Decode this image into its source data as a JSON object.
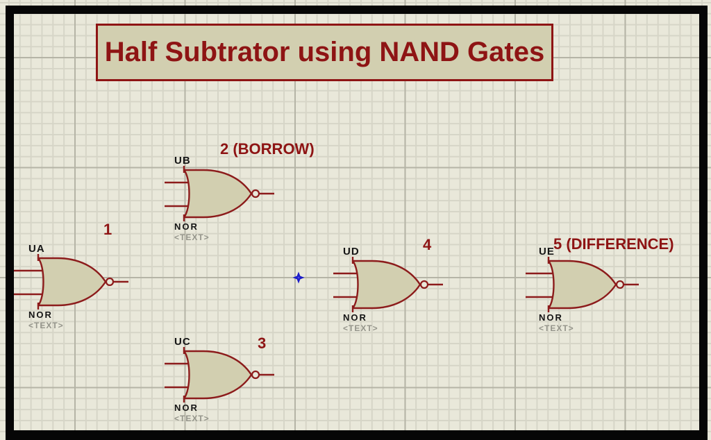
{
  "title_block": {
    "text": "Half Subtrator using NAND Gates"
  },
  "gates": [
    {
      "ref": "UA",
      "type": "NOR",
      "placeholder": "<TEXT>",
      "annotation": "1"
    },
    {
      "ref": "UB",
      "type": "NOR",
      "placeholder": "<TEXT>",
      "annotation": "2 (BORROW)"
    },
    {
      "ref": "UC",
      "type": "NOR",
      "placeholder": "<TEXT>",
      "annotation": "3"
    },
    {
      "ref": "UD",
      "type": "NOR",
      "placeholder": "<TEXT>",
      "annotation": "4"
    },
    {
      "ref": "UE",
      "type": "NOR",
      "placeholder": "<TEXT>",
      "annotation": "5 (DIFFERENCE)"
    }
  ],
  "colors": {
    "background": "#e9e8da",
    "grid_minor": "#d6d5c7",
    "grid_major": "#b5b4a6",
    "frame": "#060606",
    "accent_dark_red": "#8e1414",
    "gate_outline": "#8c1b1b",
    "gate_fill": "#d2cfb0",
    "label_black": "#151515",
    "label_gray": "#95958b",
    "origin_blue": "#1c1cc8"
  }
}
